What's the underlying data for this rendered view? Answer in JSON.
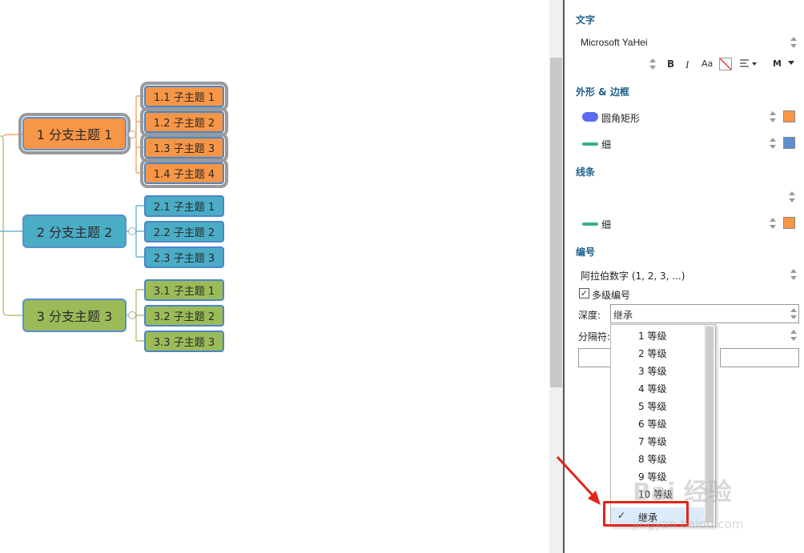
{
  "mindmap": {
    "branches": [
      {
        "label": "1 分支主题 1",
        "color": "#f79646",
        "children": [
          "1.1  子主题 1",
          "1.2  子主题 2",
          "1.3  子主题 3",
          "1.4  子主题 4"
        ]
      },
      {
        "label": "2 分支主题 2",
        "color": "#4bacc6",
        "children": [
          "2.1  子主题 1",
          "2.2  子主题 2",
          "2.3  子主题 3"
        ]
      },
      {
        "label": "3 分支主题 3",
        "color": "#9bbb59",
        "children": [
          "3.1  子主题 1",
          "3.2  子主题 2",
          "3.3  子主题 3"
        ]
      }
    ]
  },
  "panel": {
    "text_section": {
      "title": "文字",
      "font_name": "Microsoft YaHei",
      "toolbar": {
        "bold": "B",
        "italic": "I",
        "case": "Aa",
        "size": "M"
      }
    },
    "shape_section": {
      "title": "外形 & 边框",
      "shape_label": "圆角矩形",
      "shape_color": "#f79646",
      "border_label": "细",
      "border_color": "#5b8fcf"
    },
    "line_section": {
      "title": "线条",
      "line_label": "细",
      "line_color": "#f79646"
    },
    "numbering_section": {
      "title": "编号",
      "format": "阿拉伯数字 (1, 2, 3, ...)",
      "multilevel_label": "多级编号",
      "multilevel_checked": true,
      "depth_label": "深度:",
      "depth_value": "继承",
      "separator_label": "分隔符:"
    },
    "depth_dropdown": {
      "options": [
        "1 等级",
        "2 等级",
        "3 等级",
        "4 等级",
        "5 等级",
        "6 等级",
        "7 等级",
        "8 等级",
        "9 等级",
        "10 等级",
        "继承"
      ],
      "selected": "继承"
    }
  },
  "watermark": {
    "text": "Bai 经验",
    "sub": "jingyan.baidu.com"
  },
  "colors": {
    "annotation_red": "#e1251b",
    "section_title": "#1e5f8c"
  }
}
